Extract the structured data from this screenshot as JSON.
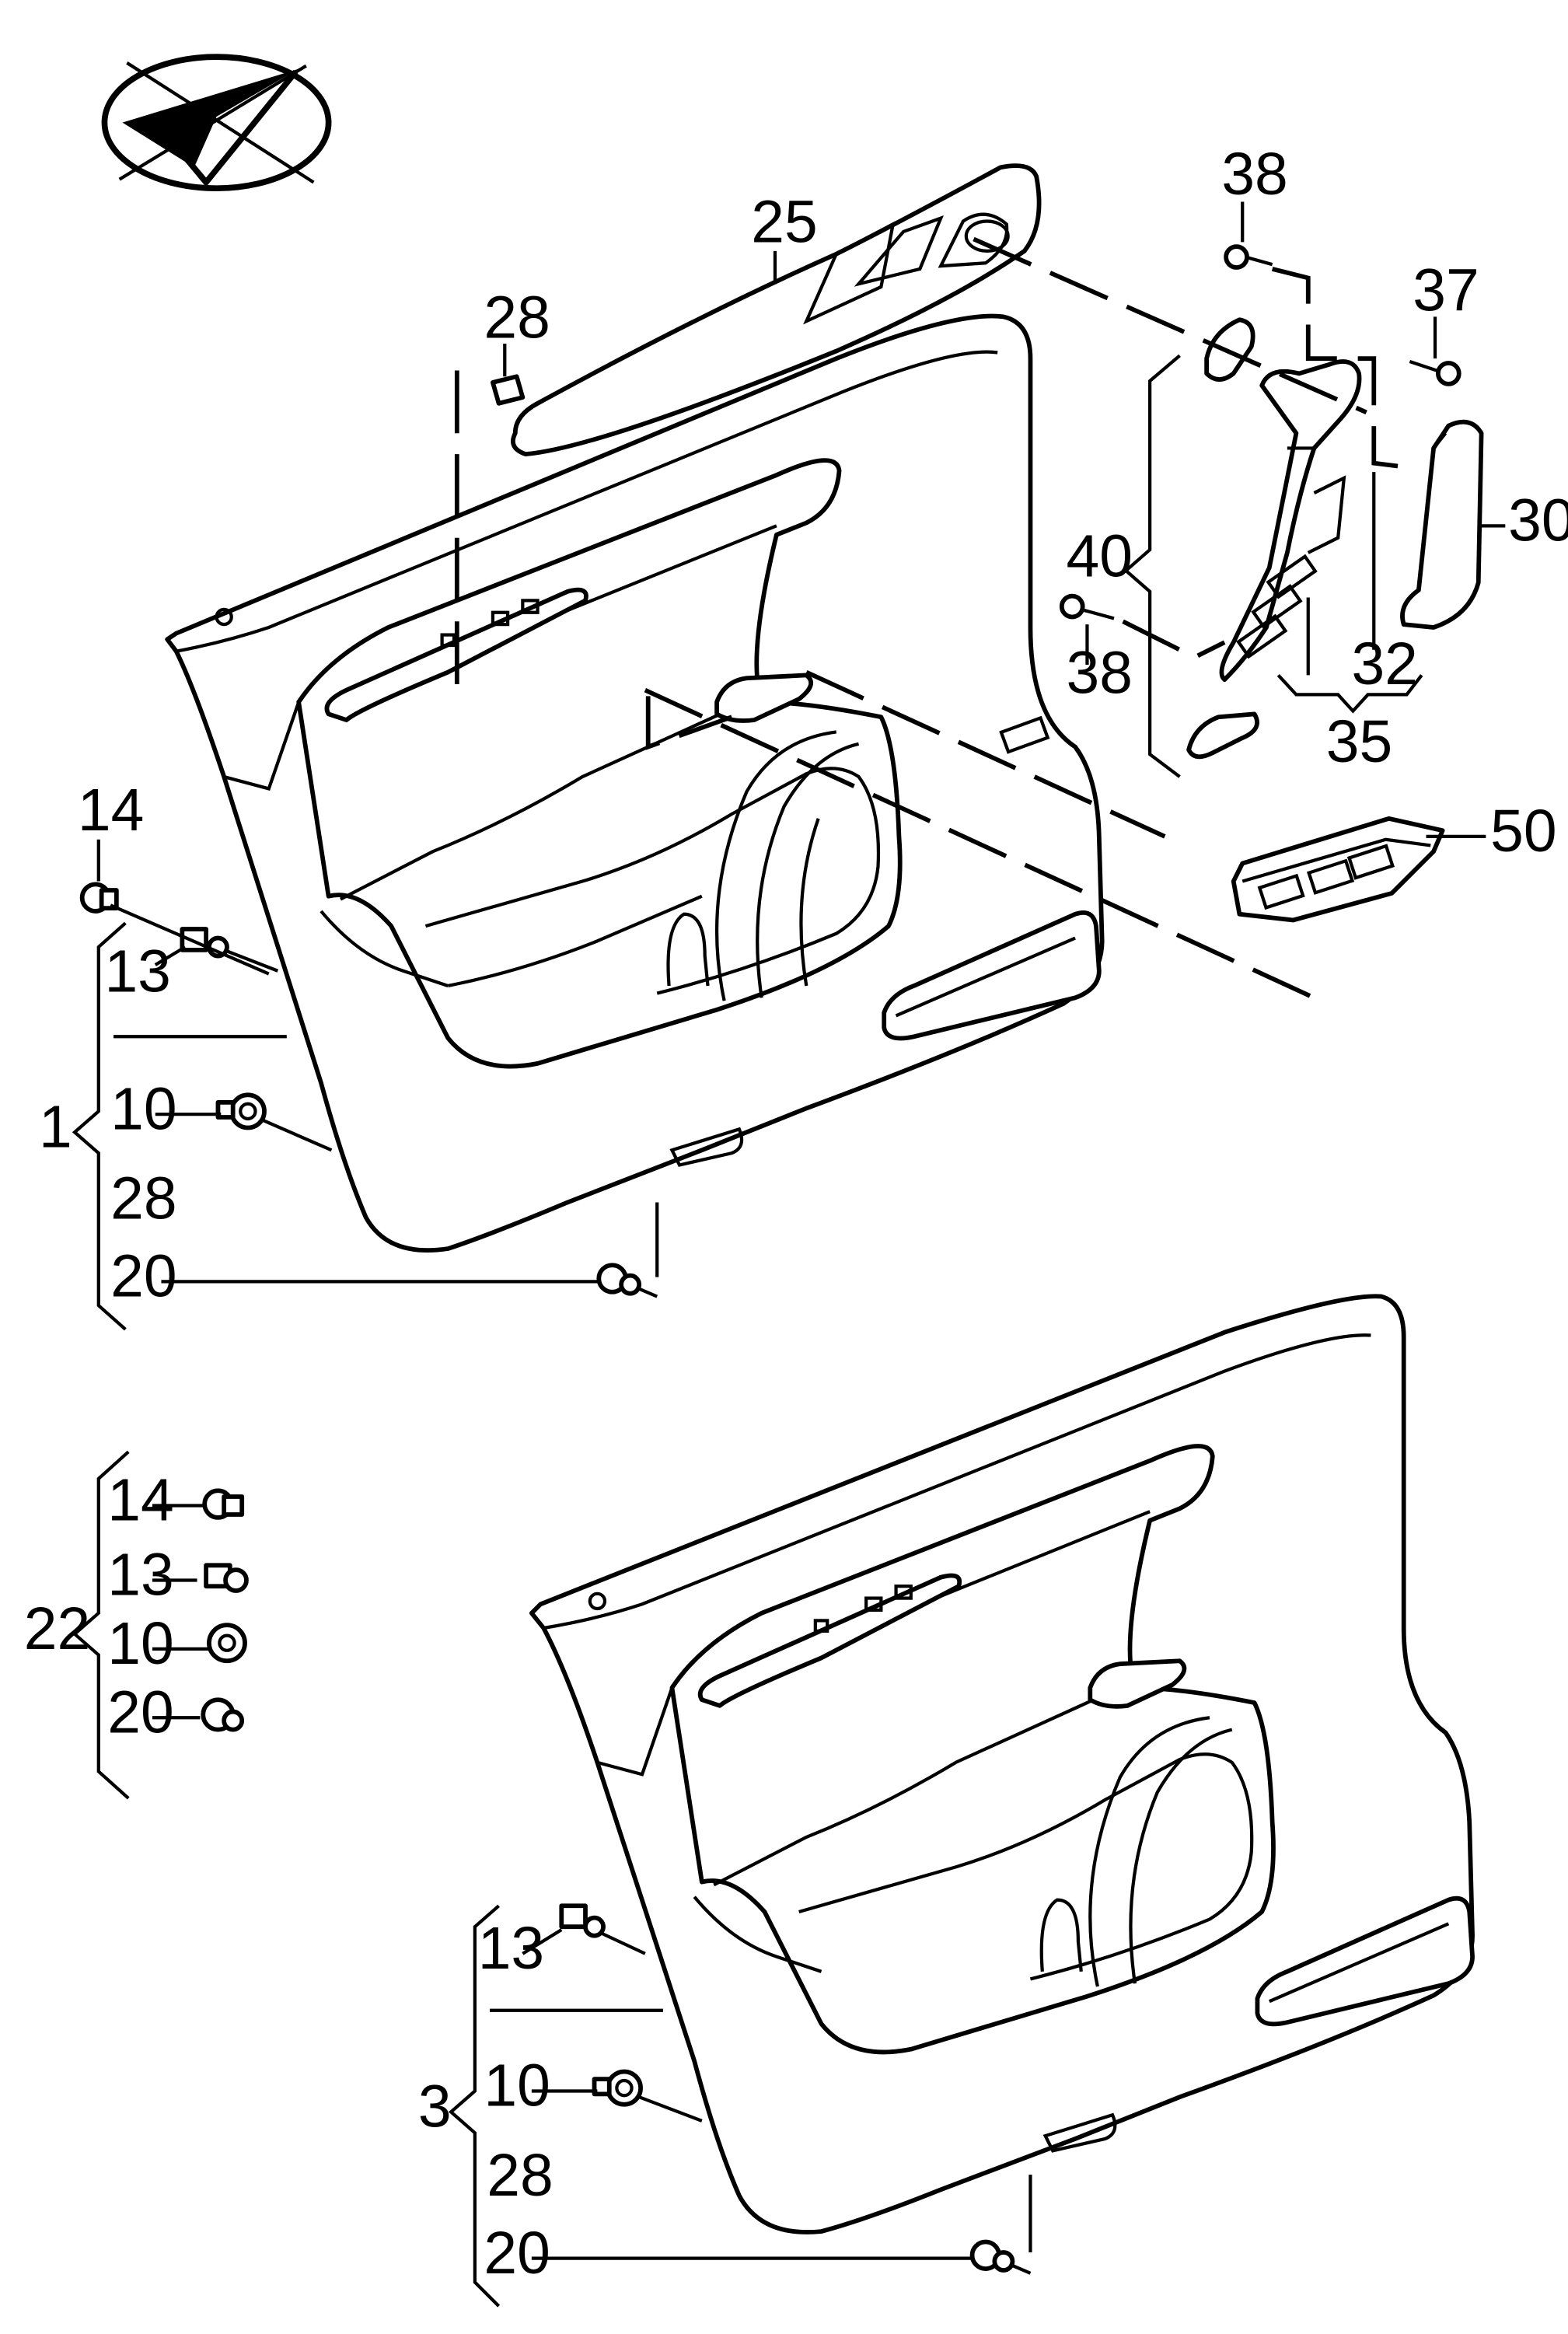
{
  "callouts": {
    "c1": "1",
    "c3": "3",
    "c10_top": "10",
    "c10_group": "10",
    "c10_bottom": "10",
    "c13_top": "13",
    "c13_group": "13",
    "c13_bottom": "13",
    "c14_top": "14",
    "c14_group": "14",
    "c20_top": "20",
    "c20_group": "20",
    "c20_bottom": "20",
    "c22": "22",
    "c25": "25",
    "c28_clip": "28",
    "c28_top": "28",
    "c28_bottom": "28",
    "c30": "30",
    "c32": "32",
    "c35": "35",
    "c37": "37",
    "c38_top": "38",
    "c38_mid": "38",
    "c40": "40",
    "c50": "50"
  }
}
